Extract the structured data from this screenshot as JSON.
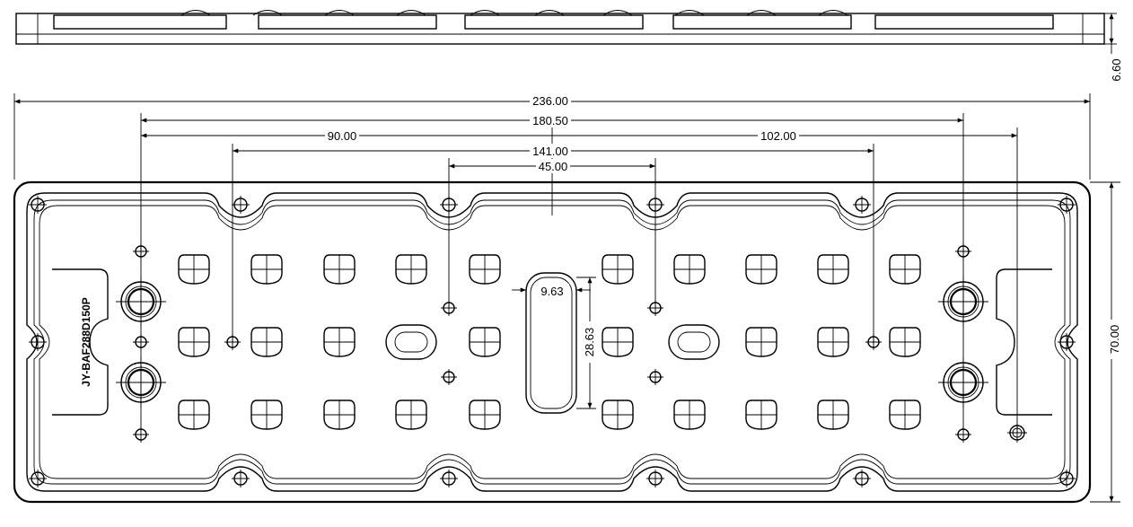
{
  "part_label": "JY-BAF288D150P",
  "dimensions": {
    "thickness": "6.60",
    "overall_length": "236.00",
    "outer_mount_span": "180.50",
    "left_offset": "90.00",
    "right_offset": "102.00",
    "inner_mount_span": "141.00",
    "center_mount_span": "45.00",
    "slot_width": "9.63",
    "slot_height": "28.63",
    "overall_width": "70.00"
  },
  "colors": {
    "line": "#000000",
    "background": "#ffffff"
  }
}
